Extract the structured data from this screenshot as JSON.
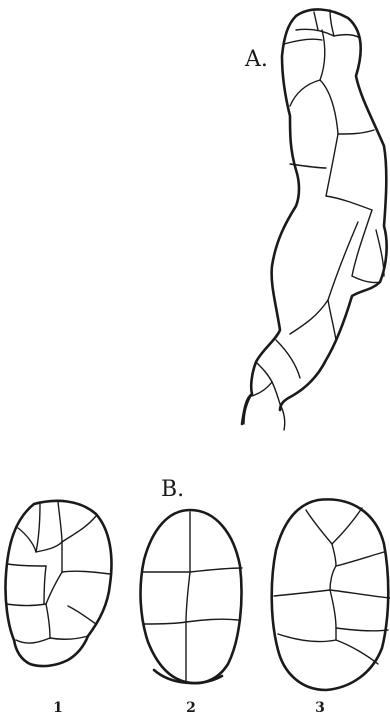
{
  "figure": {
    "panel_a": {
      "label": "A."
    },
    "panel_b": {
      "label": "B.",
      "specimens": [
        {
          "number": "1"
        },
        {
          "number": "2"
        },
        {
          "number": "3"
        }
      ]
    }
  },
  "colors": {
    "ink": "#1a1a1a",
    "paper": "#ffffff"
  }
}
